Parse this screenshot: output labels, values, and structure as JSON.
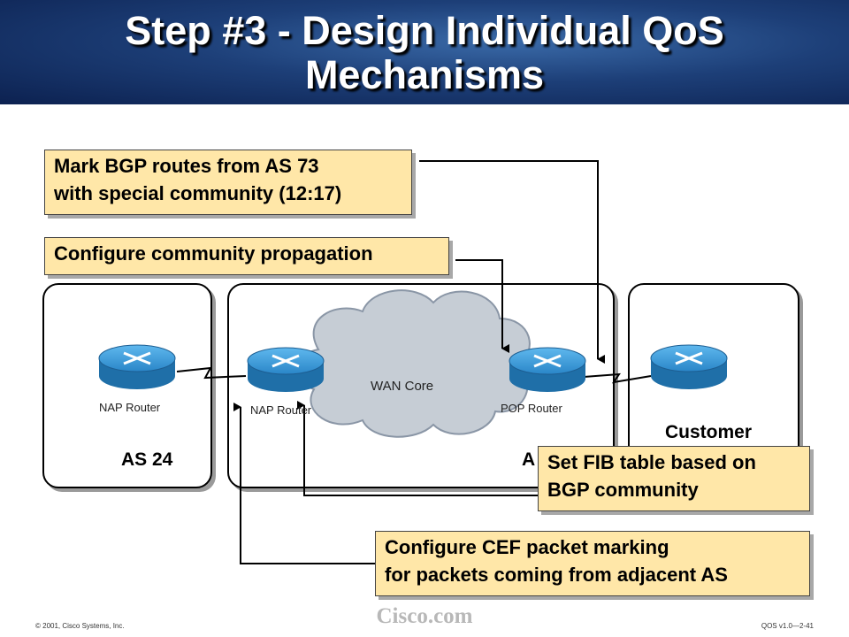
{
  "title": {
    "line1": "Step #3 - Design Individual QoS",
    "line2": "Mechanisms"
  },
  "callouts": {
    "mark_bgp": [
      "Mark BGP routes from AS 73",
      "with special community (12:17)"
    ],
    "configure_propagation": [
      "Configure community propagation"
    ],
    "set_fib": [
      "Set FIB table based on",
      "BGP community"
    ],
    "configure_cef": [
      "Configure CEF packet marking",
      "for packets coming from adjacent AS"
    ]
  },
  "routers": {
    "left_nap": "NAP Router",
    "center_nap": "NAP Router",
    "pop": "POP Router"
  },
  "cloud_label": "WAN Core",
  "as_labels": {
    "left": "AS 24",
    "center": "A",
    "customer": "Customer"
  },
  "footer": {
    "copyright": "© 2001, Cisco Systems, Inc.",
    "brand": "Cisco.com",
    "code": "QOS v1.0—2-41"
  },
  "colors": {
    "header": "#1d3f78",
    "callout": "#ffe7a8",
    "router": "#2b8fd0"
  }
}
